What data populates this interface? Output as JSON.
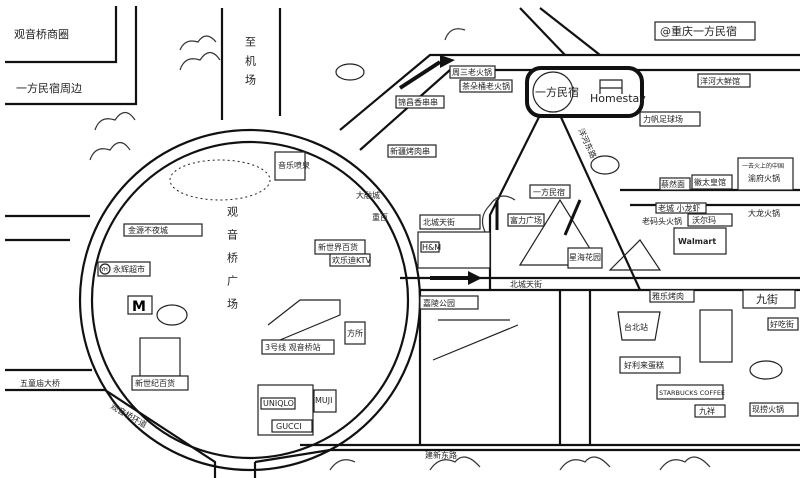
{
  "map": {
    "corner_labels": {
      "commercial_area": "观音桥商圈",
      "surroundings": "一方民宿周边"
    },
    "watermark": "@重庆一方民宿",
    "to_airport": "至机场",
    "homestay": {
      "name": "一方民宿",
      "english": "Homestay"
    },
    "plaza": "观音桥广场",
    "roads": {
      "ring": "观音桥环道",
      "bridge": "五童庙大桥",
      "bottom": "建新东路",
      "beicheng": "北城天街",
      "vertical": "洋河东路"
    },
    "places": {
      "fountain": "音乐喷泉",
      "jinyuan": "金源不夜城",
      "yonghui": "永辉超市",
      "xinshiji": "新世纪百货",
      "xinshijie": "新世界百货",
      "ktv": "欢乐迪KTV",
      "darong": "大融城",
      "chongbai": "重百",
      "metro": "3号线 观音桥站",
      "fangsuo": "方所",
      "muji": "MUJI",
      "gucci": "GUCCI",
      "beicheng_mall": "北城天街",
      "hm": "H&M",
      "uniqlo": "UNIQLO",
      "small_homestay": "一方民宿",
      "fuli": "富力广场",
      "xinghai": "星海花园",
      "jialing": "嘉陵公园",
      "zhousan": "周三老火锅",
      "chaduo": "茶朵桶老火锅",
      "jinchang": "锦昌香串串",
      "xinjiang": "新疆烤肉串",
      "yanghe": "洋河大鲜馆",
      "lifan": "力帆足球场",
      "caimian": "蔡然面",
      "huitai": "徽太皇馆",
      "yuhuo": "渝府火锅",
      "yuhuo_note": "一去火上的中国",
      "dalong": "大龙火锅",
      "xiaolongxia": "老城 小龙虾",
      "huoguo2": "老码头火锅",
      "walmart_cn": "沃尔玛",
      "walmart": "Walmart",
      "kaorou": "雅乐烤肉",
      "jiujie": "九街",
      "taibei": "台北站",
      "haoliyuan": "好利来蛋糕",
      "starbucks": "STARBUCKS COFFEE",
      "haochi": "好吃街",
      "xianchang": "现捞火锅",
      "jiuhu": "九祥",
      "mcd": "M",
      "yh_logo": "YH"
    }
  }
}
